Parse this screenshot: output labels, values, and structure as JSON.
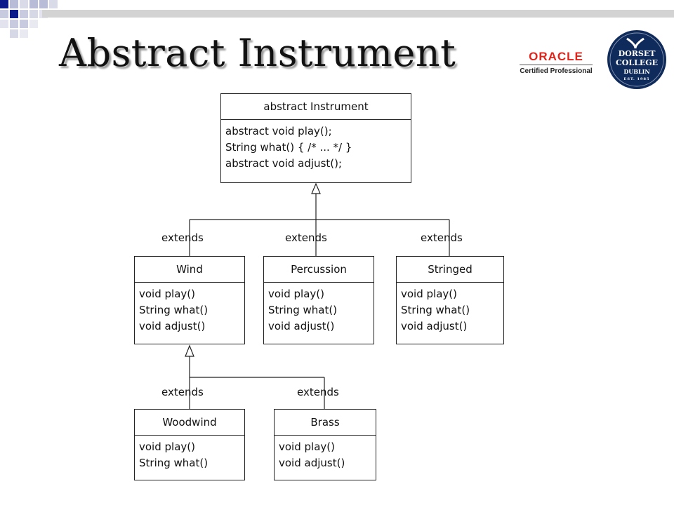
{
  "slide": {
    "title": "Abstract Instrument",
    "logos": {
      "oracle": {
        "brand": "ORACLE",
        "subtitle": "Certified Professional",
        "color": "#e2231a"
      },
      "college": {
        "line1": "DORSET",
        "line2": "COLLEGE",
        "line3": "DUBLIN",
        "line4": "EST. 1985",
        "color": "#0f2b5b"
      }
    }
  },
  "diagram": {
    "classes": [
      {
        "id": "instrument",
        "name": "abstract Instrument",
        "methods": [
          "abstract void play();",
          "String what() { /* ... */ }",
          "abstract void adjust();"
        ]
      },
      {
        "id": "wind",
        "name": "Wind",
        "methods": [
          "void play()",
          "String what()",
          "void adjust()"
        ]
      },
      {
        "id": "percussion",
        "name": "Percussion",
        "methods": [
          "void play()",
          "String what()",
          "void adjust()"
        ]
      },
      {
        "id": "stringed",
        "name": "Stringed",
        "methods": [
          "void play()",
          "String what()",
          "void adjust()"
        ]
      },
      {
        "id": "woodwind",
        "name": "Woodwind",
        "methods": [
          "void play()",
          "String what()"
        ]
      },
      {
        "id": "brass",
        "name": "Brass",
        "methods": [
          "void play()",
          "void adjust()"
        ]
      }
    ],
    "relations": [
      {
        "from": "wind",
        "to": "instrument",
        "label": "extends"
      },
      {
        "from": "percussion",
        "to": "instrument",
        "label": "extends"
      },
      {
        "from": "stringed",
        "to": "instrument",
        "label": "extends"
      },
      {
        "from": "woodwind",
        "to": "wind",
        "label": "extends"
      },
      {
        "from": "brass",
        "to": "wind",
        "label": "extends"
      }
    ]
  }
}
